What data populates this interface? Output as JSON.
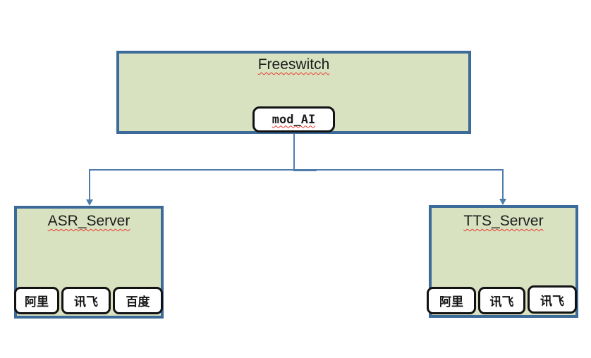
{
  "diagram": {
    "freeswitch": {
      "label": "Freeswitch"
    },
    "module": {
      "label": "mod_AI"
    },
    "asr_server": {
      "label": "ASR_Server",
      "providers": [
        "阿里",
        "讯飞",
        "百度"
      ]
    },
    "tts_server": {
      "label": "TTS_Server",
      "providers": [
        "阿里",
        "讯飞",
        "讯飞"
      ]
    },
    "colors": {
      "box_fill": "#d8e1c0",
      "box_border": "#3d6b99",
      "connector": "#4e7dac",
      "module_border": "#121212",
      "spellcheck_underline": "#e83a2f"
    }
  }
}
